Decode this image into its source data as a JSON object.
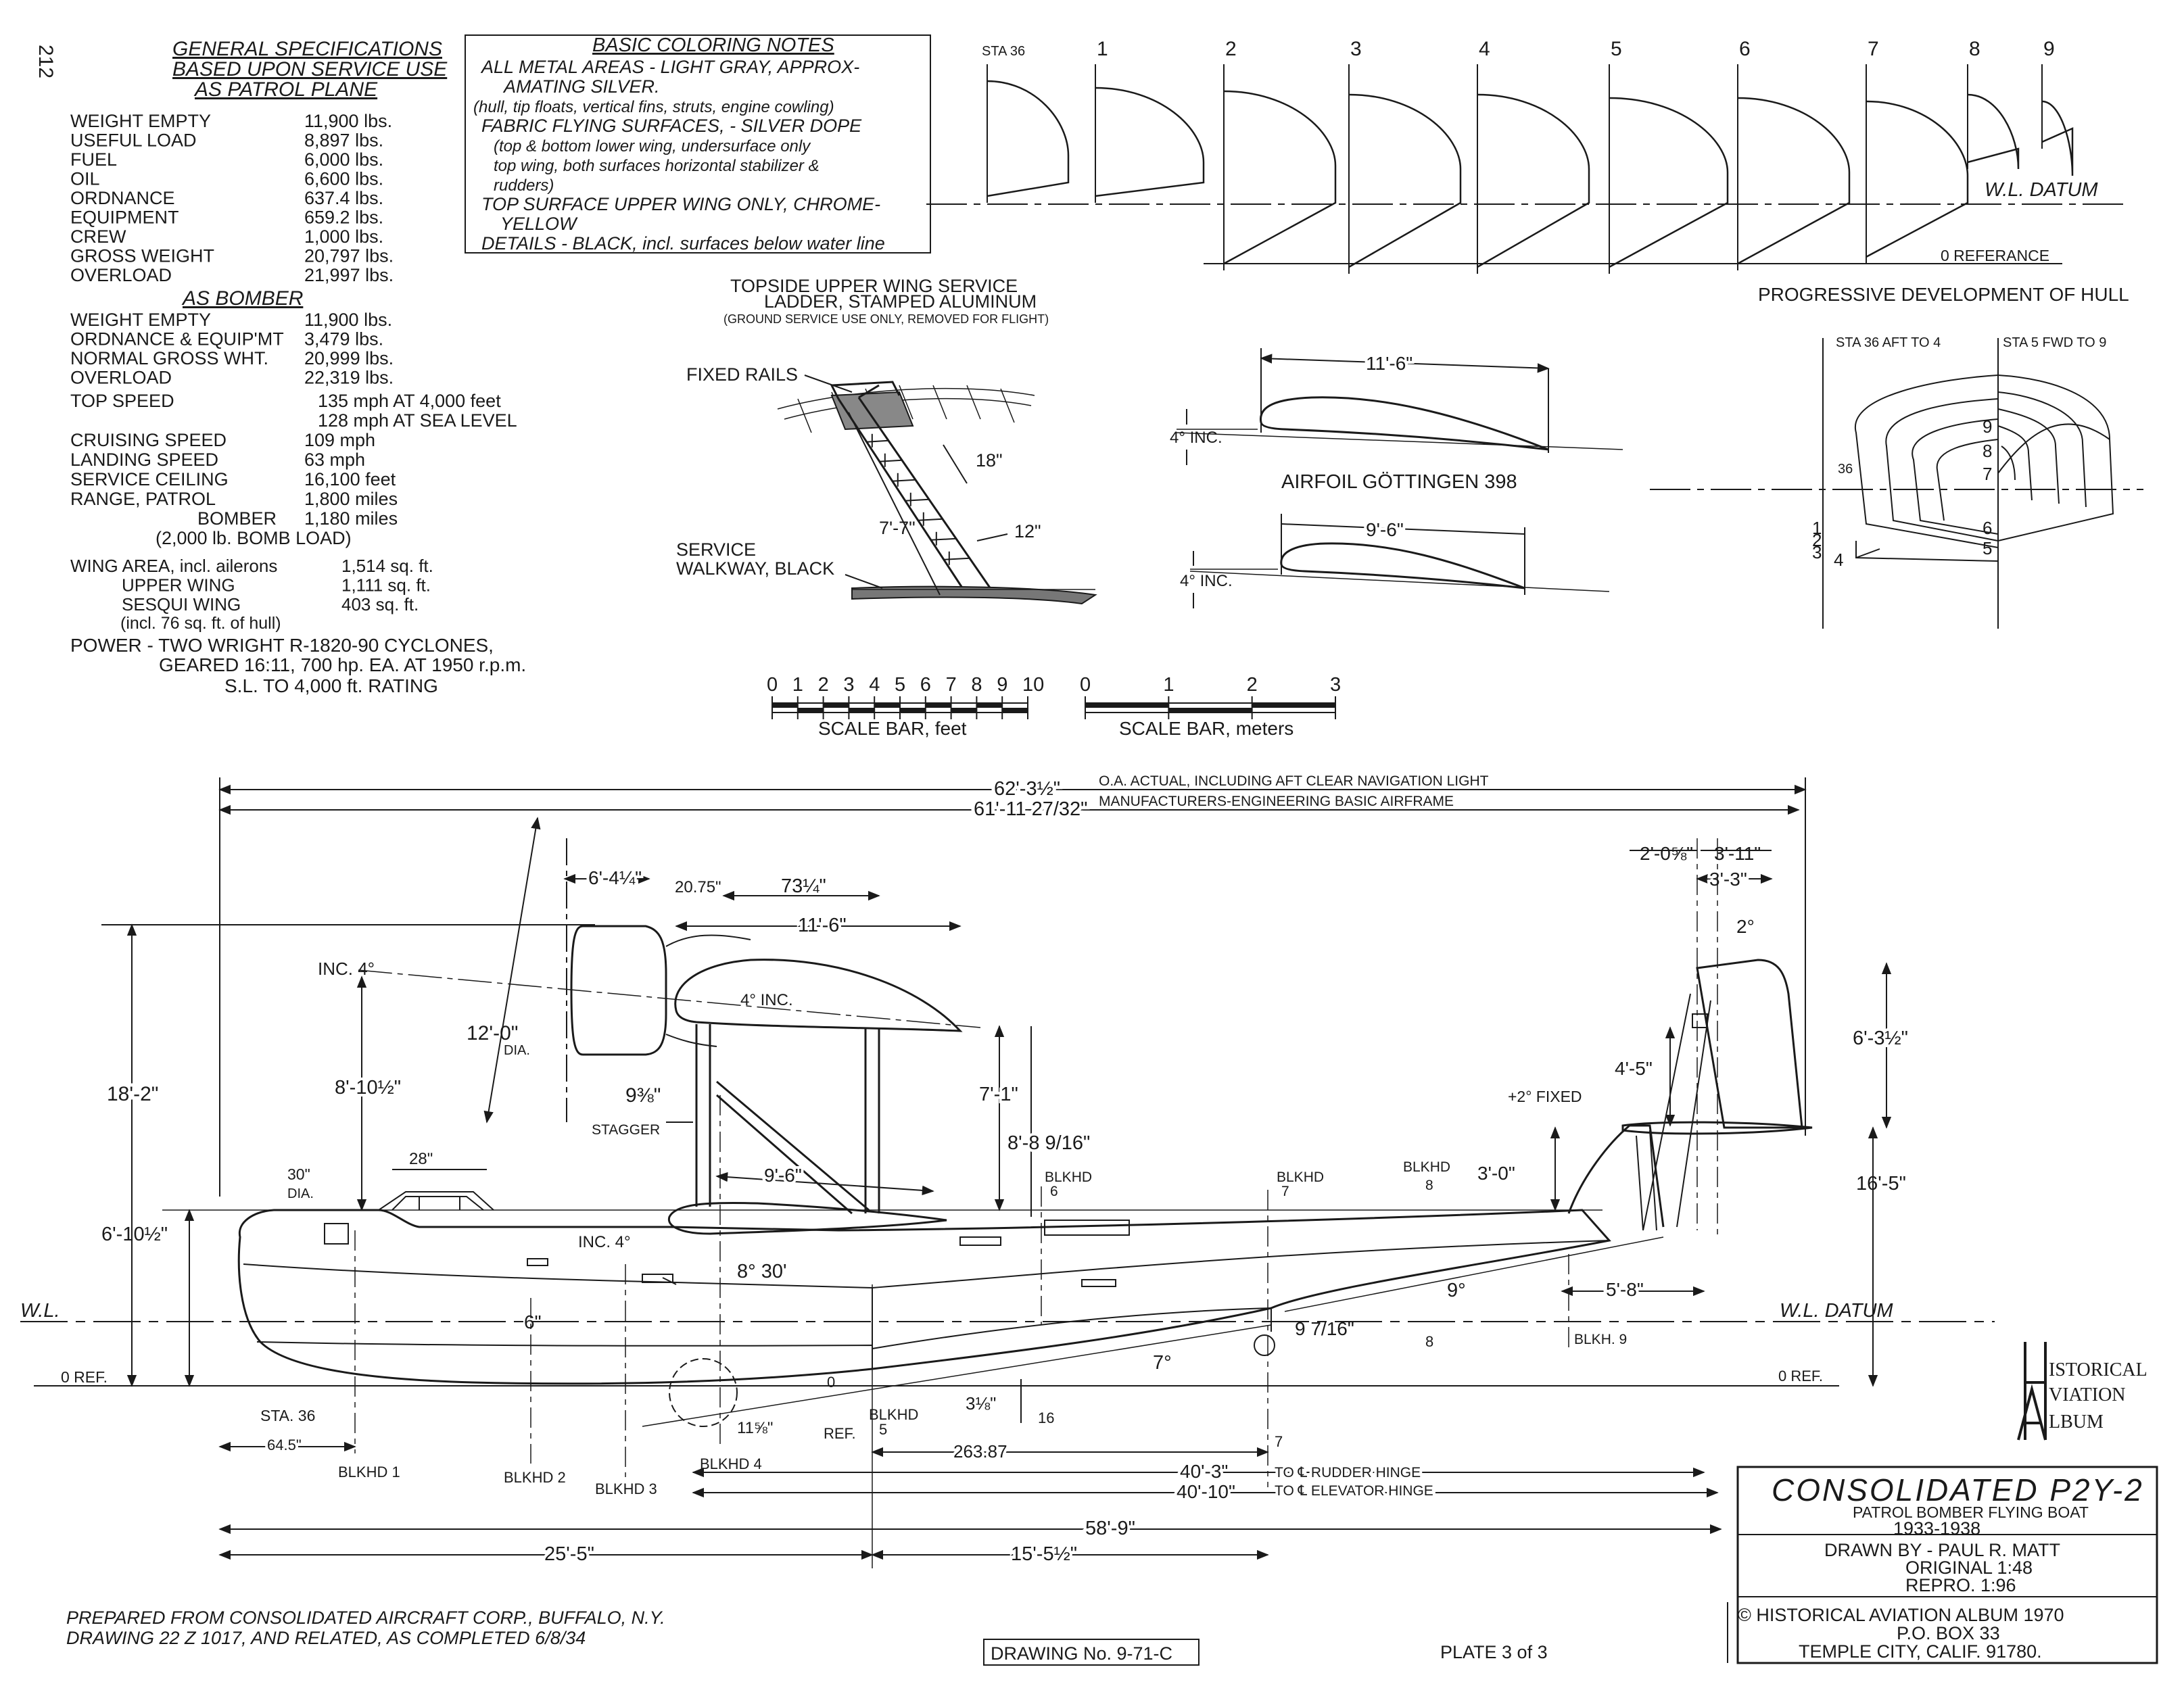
{
  "page_number": "212",
  "specs": {
    "title1": "GENERAL SPECIFICATIONS",
    "title2": "BASED UPON SERVICE USE",
    "title3": "AS PATROL PLANE",
    "patrol": [
      [
        "WEIGHT EMPTY",
        "11,900 lbs."
      ],
      [
        "USEFUL LOAD",
        "8,897 lbs."
      ],
      [
        "FUEL",
        "6,000 lbs."
      ],
      [
        "OIL",
        "6,600 lbs."
      ],
      [
        "ORDNANCE",
        "637.4 lbs."
      ],
      [
        "EQUIPMENT",
        "659.2 lbs."
      ],
      [
        "CREW",
        "1,000 lbs."
      ],
      [
        "GROSS WEIGHT",
        "20,797 lbs."
      ],
      [
        "OVERLOAD",
        "21,997 lbs."
      ]
    ],
    "bomber_title": "AS BOMBER",
    "bomber": [
      [
        "WEIGHT EMPTY",
        "11,900 lbs."
      ],
      [
        "ORDNANCE & EQUIP'MT",
        "3,479 lbs."
      ],
      [
        "NORMAL GROSS WHT.",
        "20,999 lbs."
      ],
      [
        "OVERLOAD",
        "22,319 lbs."
      ]
    ],
    "perf": [
      [
        "TOP SPEED",
        "135 mph AT 4,000 feet"
      ],
      [
        "",
        "128 mph AT SEA LEVEL"
      ],
      [
        "CRUISING SPEED",
        "109 mph"
      ],
      [
        "LANDING SPEED",
        "63 mph"
      ],
      [
        "SERVICE CEILING",
        "16,100 feet"
      ],
      [
        "RANGE, PATROL",
        "1,800 miles"
      ],
      [
        "BOMBER",
        "1,180 miles"
      ]
    ],
    "bomb_load": "(2,000 lb. BOMB LOAD)",
    "wing": [
      [
        "WING AREA, incl. ailerons",
        "1,514 sq. ft."
      ],
      [
        "UPPER WING",
        "1,111 sq. ft."
      ],
      [
        "SESQUI WING",
        "403 sq. ft."
      ]
    ],
    "wing_note": "(incl. 76 sq. ft. of hull)",
    "power1": "POWER - TWO WRIGHT R-1820-90 CYCLONES,",
    "power2": "GEARED 16:11, 700 hp. EA. AT 1950 r.p.m.",
    "power3": "S.L. TO 4,000 ft. RATING"
  },
  "coloring": {
    "title": "BASIC COLORING NOTES",
    "lines": [
      "ALL METAL AREAS - LIGHT GRAY, APPROX-",
      "AMATING SILVER.",
      "(hull, tip floats, vertical fins, struts, engine cowling)",
      "FABRIC FLYING SURFACES, - SILVER DOPE",
      "(top & bottom lower wing, undersurface only",
      "top wing, both surfaces horizontal stabilizer &",
      "rudders)",
      "TOP SURFACE UPPER WING ONLY, CHROME-",
      "YELLOW",
      "DETAILS - BLACK, incl. surfaces below water line"
    ]
  },
  "ladder": {
    "title1": "TOPSIDE UPPER WING SERVICE",
    "title2": "LADDER, STAMPED ALUMINUM",
    "title3": "(GROUND SERVICE USE ONLY, REMOVED FOR FLIGHT)",
    "fixed_rails": "FIXED RAILS",
    "service1": "SERVICE",
    "service2": "WALKWAY, BLACK",
    "dim_18": "18\"",
    "dim_77": "7'-7\"",
    "dim_12": "12\""
  },
  "airfoil": {
    "name": "AIRFOIL GÖTTINGEN 398",
    "upper_chord": "11'-6\"",
    "lower_chord": "9'-6\"",
    "inc1": "4° INC.",
    "inc2": "4° INC."
  },
  "hull": {
    "stations": [
      "STA 36",
      "1",
      "2",
      "3",
      "4",
      "5",
      "6",
      "7",
      "8",
      "9"
    ],
    "wl_datum": "W.L.  DATUM",
    "zero_ref": "0  REFERANCE",
    "title": "PROGRESSIVE DEVELOPMENT OF HULL",
    "aft_label": "STA 36 AFT TO 4",
    "fwd_label": "STA 5 FWD TO 9",
    "sec_36": "36",
    "left_nums": [
      "1",
      "2",
      "3",
      "4"
    ],
    "right_nums": [
      "9",
      "8",
      "7",
      "6",
      "5"
    ]
  },
  "scale": {
    "feet_ticks": [
      "0",
      "1",
      "2",
      "3",
      "4",
      "5",
      "6",
      "7",
      "8",
      "9",
      "10"
    ],
    "feet_label": "SCALE BAR, feet",
    "meter_ticks": [
      "0",
      "1",
      "2",
      "3"
    ],
    "meter_label": "SCALE BAR, meters"
  },
  "side": {
    "dim_oa": "62'-3½\"",
    "note_oa": "O.A. ACTUAL, INCLUDING AFT CLEAR NAVIGATION LIGHT",
    "dim_mfr": "61'-11 27/32\"",
    "note_mfr": "MANUFACTURERS-ENGINEERING BASIC AIRFRAME",
    "dim_644": "6'-4¼\"",
    "dim_2075": "20.75\"",
    "dim_7314": "73¼\"",
    "dim_116": "11'-6\"",
    "dim_inc4": "INC. 4°",
    "dim_4inc": "4° INC.",
    "dim_120a": "12'-0\"",
    "dim_120b": "DIA.",
    "dim_8105": "8'-10½\"",
    "dim_182": "18'-2\"",
    "dim_938": "9⅜\"",
    "stagger": "STAGGER",
    "dim_71": "7'-1\"",
    "dim_889": "8'-8 9/16\"",
    "dim_96": "9'-6\"",
    "dim_30": "30\"",
    "dia": "DIA.",
    "dim_28": "28\"",
    "dim_6105": "6'-10½\"",
    "inc4b": "INC. 4°",
    "dim_830": "8° 30'",
    "dim_6": "6\"",
    "wl": "W.L.",
    "zero_ref": "0  REF.",
    "sta36": "STA. 36",
    "dim_645": "64.5\"",
    "blkhd1": "BLKHD 1",
    "blkhd2": "BLKHD 2",
    "blkhd3": "BLKHD 3",
    "blkhd4": "BLKHD 4",
    "blkhd5a": "BLKHD",
    "blkhd5b": "5",
    "zero_ref2a": "0",
    "zero_ref2b": "REF.",
    "dim_1158": "11⅝\"",
    "dim_318": "3⅛\"",
    "n16": "16",
    "dim_7deg": "7°",
    "dim_9716": "9 7/16\"",
    "n8": "8",
    "dim_9deg": "9°",
    "n7": "7",
    "dim_26387": "263.87",
    "dim_403": "40'-3\"",
    "to_rudder": "TO ℄ RUDDER HINGE",
    "dim_4010": "40'-10\"",
    "to_elev": "TO ℄ ELEVATOR HINGE",
    "dim_589": "58'-9\"",
    "dim_255": "25'-5\"",
    "dim_1555": "15'-5½\"",
    "blkhd6a": "BLKHD",
    "blkhd6b": "6",
    "blkhd7a": "BLKHD",
    "blkhd7b": "7",
    "blkhd8a": "BLKHD",
    "blkhd8b": "8",
    "blkh9": "BLKH. 9",
    "dim_2058": "2'-0⅝\"",
    "dim_3111": "3'-11\"",
    "dim_333": "3'-3\"",
    "dim_2deg": "2°",
    "dim_45": "4'-5\"",
    "dim_2fixed": "+2° FIXED",
    "dim_30b": "3'-0\"",
    "dim_6312": "6'-3½\"",
    "dim_165": "16'-5\"",
    "dim_58": "5'-8\"",
    "wl_datum": "W.L.          DATUM",
    "zero_ref3": "0  REF."
  },
  "notes": {
    "prep1": "PREPARED FROM CONSOLIDATED AIRCRAFT CORP., BUFFALO, N.Y.",
    "prep2": "DRAWING  22 Z 1017, AND RELATED, AS COMPLETED  6/8/34",
    "drawing_no": "DRAWING No. 9-71-C",
    "plate": "PLATE 3 of 3"
  },
  "logo": {
    "l1": "ISTORICAL",
    "l2": "VIATION",
    "l3": "LBUM"
  },
  "title_block": {
    "name": "CONSOLIDATED P2Y-2",
    "sub": "PATROL BOMBER FLYING BOAT",
    "years": "1933-1938",
    "drawn": "DRAWN BY - PAUL R. MATT",
    "original": "ORIGINAL  1:48",
    "repro": "REPRO.  1:96",
    "copy": "© HISTORICAL AVIATION ALBUM 1970",
    "box": "P.O. BOX 33",
    "city": "TEMPLE CITY, CALIF. 91780."
  }
}
